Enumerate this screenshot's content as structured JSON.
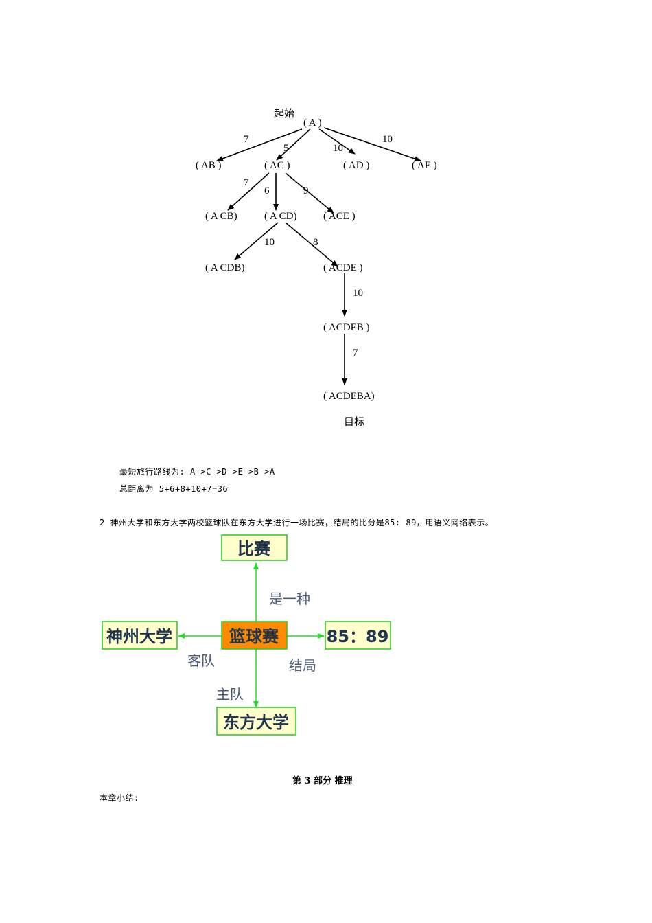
{
  "search_tree": {
    "start_label": "起始",
    "goal_label": "目标",
    "nodes": {
      "a": "( A )",
      "ab": "( AB )",
      "ac": "( AC )",
      "ad": "( AD )",
      "ae": "( AE )",
      "acb": "( A CB)",
      "acd": "( A CD)",
      "ace": "( ACE )",
      "acdb": "( A CDB)",
      "acde": "( ACDE )",
      "acdeb": "( ACDEB )",
      "acdeba": "( ACDEBA)"
    },
    "edge_weights": {
      "a_ab": "7",
      "a_ac": "5",
      "a_ad": "10",
      "a_ae": "10",
      "ac_acb": "7",
      "ac_acd": "6",
      "ac_ace": "9",
      "acd_acdb": "10",
      "acd_acde": "8",
      "acde_acdeb": "10",
      "acdeb_acdeba": "7"
    }
  },
  "result": {
    "route": "最短旅行路线为: A->C->D->E->B->A",
    "distance": "总距离为 5+6+8+10+7=36"
  },
  "question2": "2  神州大学和东方大学两校篮球队在东方大学进行一场比赛，结局的比分是85: 89，用语义网络表示。",
  "semantic_net": {
    "nodes": {
      "center": "篮球赛",
      "top": "比赛",
      "left": "神州大学",
      "right": "85：89",
      "bottom": "东方大学"
    },
    "edges": {
      "top": "是一种",
      "left": "客队",
      "right": "结局",
      "bottom": "主队"
    },
    "colors": {
      "center_fill": "#ff8c00",
      "box_fill": "#ffffcc",
      "box_border": "#22cc22",
      "arrow": "#22dd22"
    }
  },
  "section_title": "第 3 部分   推理",
  "chapter_summary": "本章小结:"
}
